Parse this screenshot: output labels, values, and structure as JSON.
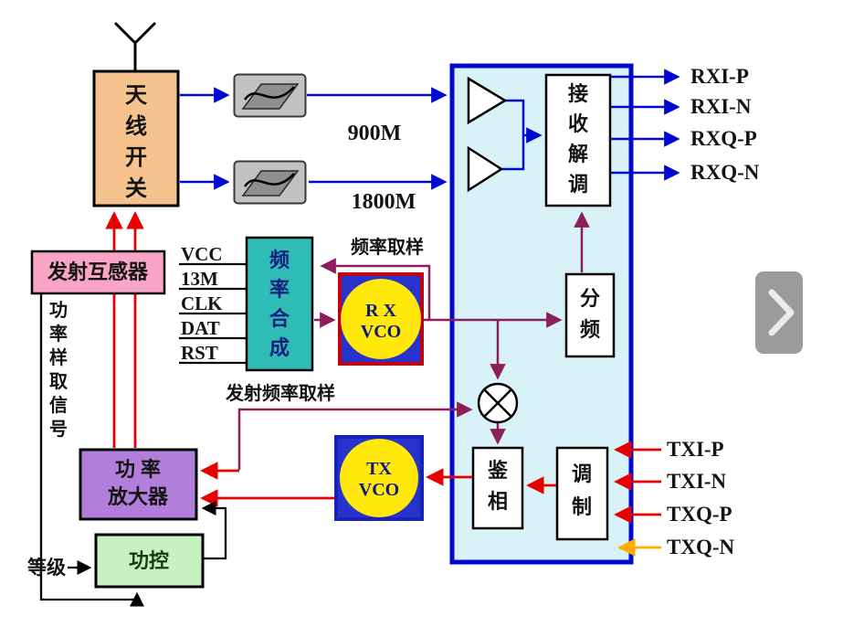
{
  "colors": {
    "ic_fill": "#D8F2F8",
    "ic_border": "#0009D0",
    "wire_rx_blue": "#0009D0",
    "wire_tx_red": "#E80000",
    "wire_sample_maroon": "#8B1E5B",
    "wire_txqn_orange": "#FFAE00",
    "antenna_switch": "#F6C28E",
    "transformer_pink": "#F9A6C6",
    "synth_teal": "#2FBCB6",
    "vco_yellow": "#FFE80A",
    "vco_blue": "#2833CC",
    "rx_vco_border": "#C00010",
    "power_amp_purple": "#B27EDB",
    "power_control_green": "#C9F0C0",
    "filter_gray": "#C2C2C2",
    "nav_button_gray": "#9B9B9B"
  },
  "blocks": {
    "antenna_switch": {
      "name": "天线开关",
      "chars": [
        "天",
        "线",
        "开",
        "关"
      ]
    },
    "rx_demod": {
      "name": "接收解调",
      "chars": [
        "接",
        "收",
        "解",
        "调"
      ]
    },
    "freq_divider": {
      "name": "分频",
      "chars": [
        "分",
        "频"
      ]
    },
    "freq_synth": {
      "name": "频率合成",
      "chars": [
        "频",
        "率",
        "合",
        "成"
      ]
    },
    "rx_vco": {
      "line1": "R X",
      "line2": "VCO"
    },
    "tx_vco": {
      "line1": "TX",
      "line2": "VCO"
    },
    "phase_detector": {
      "name": "鉴相",
      "chars": [
        "鉴",
        "相"
      ]
    },
    "modulator": {
      "name": "调制",
      "chars": [
        "调",
        "制"
      ]
    },
    "tx_transformer": {
      "label": "发射互感器"
    },
    "power_amp": {
      "line1": "功 率",
      "line2": "放大器"
    },
    "power_control": {
      "label": "功控"
    }
  },
  "pins": [
    "VCC",
    "13M",
    "CLK",
    "DAT",
    "RST"
  ],
  "bands": {
    "gsm900": "900M",
    "gsm1800": "1800M"
  },
  "annotations": {
    "freq_sampling": "频率取样",
    "tx_freq_sampling": "发射频率取样",
    "power_sample_chars": [
      "功",
      "率",
      "样",
      "取",
      "信",
      "号"
    ],
    "grade": "等级"
  },
  "rx_outputs": [
    "RXI-P",
    "RXI-N",
    "RXQ-P",
    "RXQ-N"
  ],
  "tx_inputs": [
    "TXI-P",
    "TXI-N",
    "TXQ-P",
    "TXQ-N"
  ],
  "nav": {
    "next_icon": "chevron-right"
  }
}
